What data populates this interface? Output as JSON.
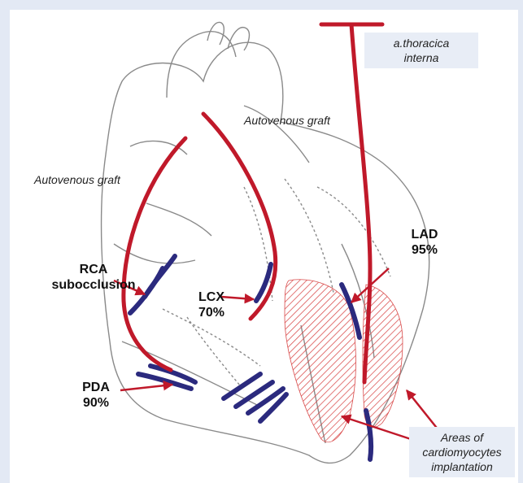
{
  "labels": {
    "thoracica_line1": "a.thoracica",
    "thoracica_line2": "interna",
    "graft_upper": "Autovenous graft",
    "graft_left": "Autovenous graft",
    "rca_line1": "RCA",
    "rca_line2": "subocclusion",
    "lcx_line1": "LCX",
    "lcx_line2": "70%",
    "lad_line1": "LAD",
    "lad_line2": "95%",
    "pda_line1": "PDA",
    "pda_line2": "90%",
    "areas_line1": "Areas of",
    "areas_line2": "cardiomyocytes",
    "areas_line3": "implantation"
  },
  "colors": {
    "graft": "#c0192a",
    "artery": "#2b2a7e",
    "outline": "#8a8a8a",
    "hatch": "#d94a4a",
    "label_box": "#e8edf6"
  }
}
